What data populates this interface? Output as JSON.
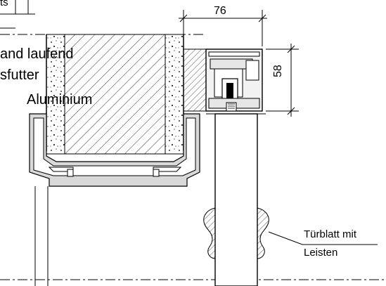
{
  "labels": {
    "wall_line1": "and laufend",
    "wall_line2": "sfutter",
    "wall_line3": "Aluminium",
    "door_leaf_line1": "Türblatt mit",
    "door_leaf_line2": "Leisten",
    "top_left_fragment": "ts"
  },
  "dimensions": {
    "frame_width": "76",
    "frame_height": "58"
  }
}
